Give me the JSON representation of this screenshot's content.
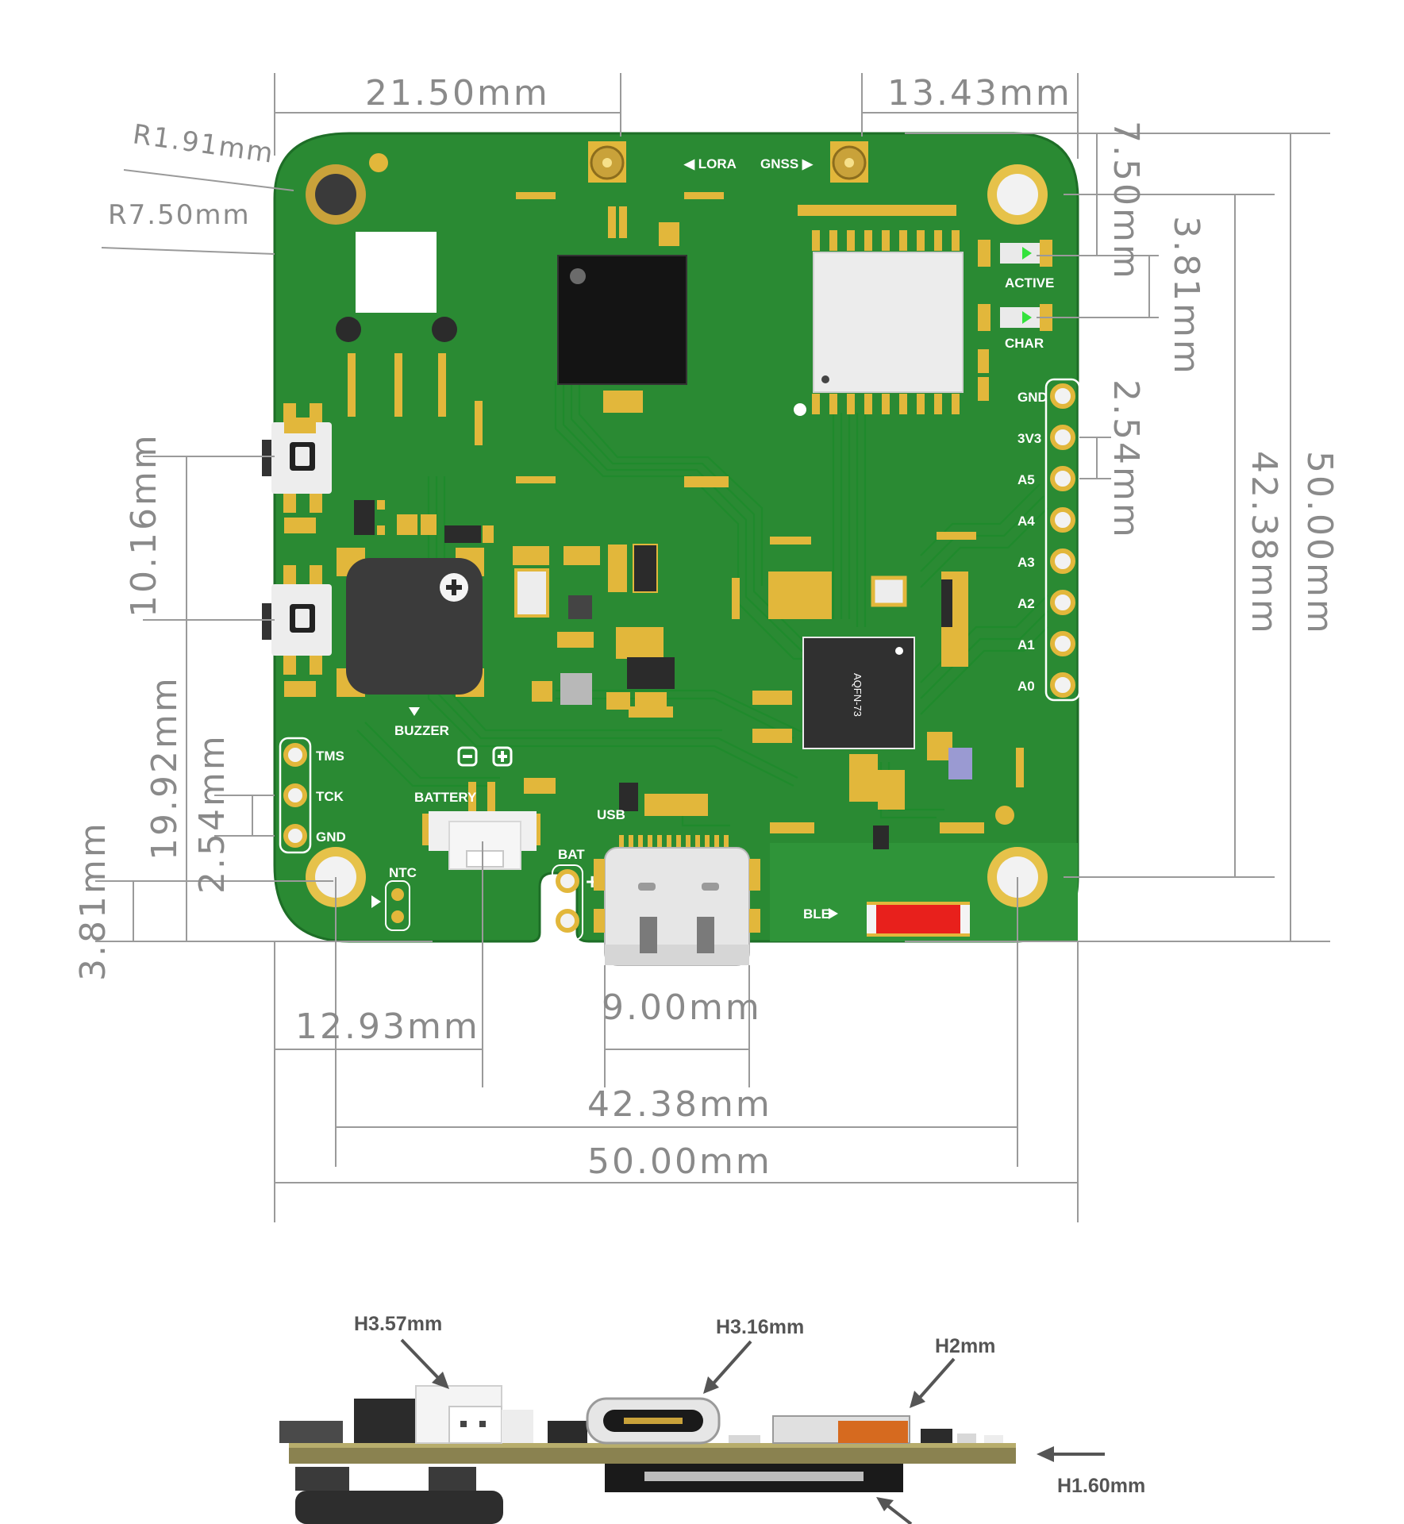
{
  "dimensions": {
    "top_left_width": "21.50mm",
    "top_right_width": "13.43mm",
    "corner_radius_small": "R1.91mm",
    "corner_radius_large": "R7.50mm",
    "right_top_offset": "7.50mm",
    "led_pitch": "3.81mm",
    "header_pitch": "2.54mm",
    "hole_span_vertical": "42.38mm",
    "board_height": "50.00mm",
    "button_pitch": "10.16mm",
    "left_offset": "19.92mm",
    "jtag_pitch": "2.54mm",
    "bottom_left_offset": "3.81mm",
    "battery_offset": "12.93mm",
    "usb_width": "9.00mm",
    "hole_span_horizontal": "42.38mm",
    "board_width": "50.00mm"
  },
  "silkscreen": {
    "lora": "◀ LORA",
    "gnss": "GNSS ▶",
    "active": "ACTIVE",
    "char": "CHAR",
    "gnd_top": "GND",
    "v33": "3V3",
    "a5": "A5",
    "a4": "A4",
    "a3": "A3",
    "a2": "A2",
    "a1": "A1",
    "a0": "A0",
    "buzzer": "BUZZER",
    "tms": "TMS",
    "tck": "TCK",
    "gnd_jtag": "GND",
    "battery": "BATTERY",
    "ntc": "NTC",
    "bat": "BAT",
    "usb": "USB",
    "ble": "BLE",
    "chip": "AQFN-73"
  },
  "heights": {
    "battery_connector": "H3.57mm",
    "usb_connector": "H3.16mm",
    "module": "H2mm",
    "pcb": "H1.60mm"
  },
  "colors": {
    "pcb": "#2a8a33",
    "pcb_edge": "#1e6e27",
    "pad": "#e2b73b",
    "dimension": "#8a8a8a",
    "led": "#34e23c",
    "ble_antenna": "#e8201c"
  }
}
